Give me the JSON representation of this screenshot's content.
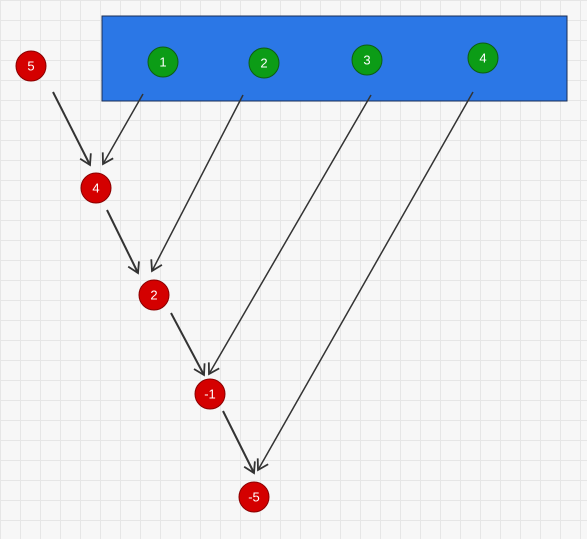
{
  "colors": {
    "panel": "#2b77e6",
    "panel_border": "#1a2d55",
    "input_node": "#0c9c16",
    "input_node_border": "#0d5d12",
    "output_node": "#d40000",
    "output_node_border": "#8a0000",
    "arrow": "#333333"
  },
  "input_nodes": [
    {
      "label": "1"
    },
    {
      "label": "2"
    },
    {
      "label": "3"
    },
    {
      "label": "4"
    }
  ],
  "chain_nodes": [
    {
      "label": "5"
    },
    {
      "label": "4"
    },
    {
      "label": "2"
    },
    {
      "label": "-1"
    },
    {
      "label": "-5"
    }
  ]
}
